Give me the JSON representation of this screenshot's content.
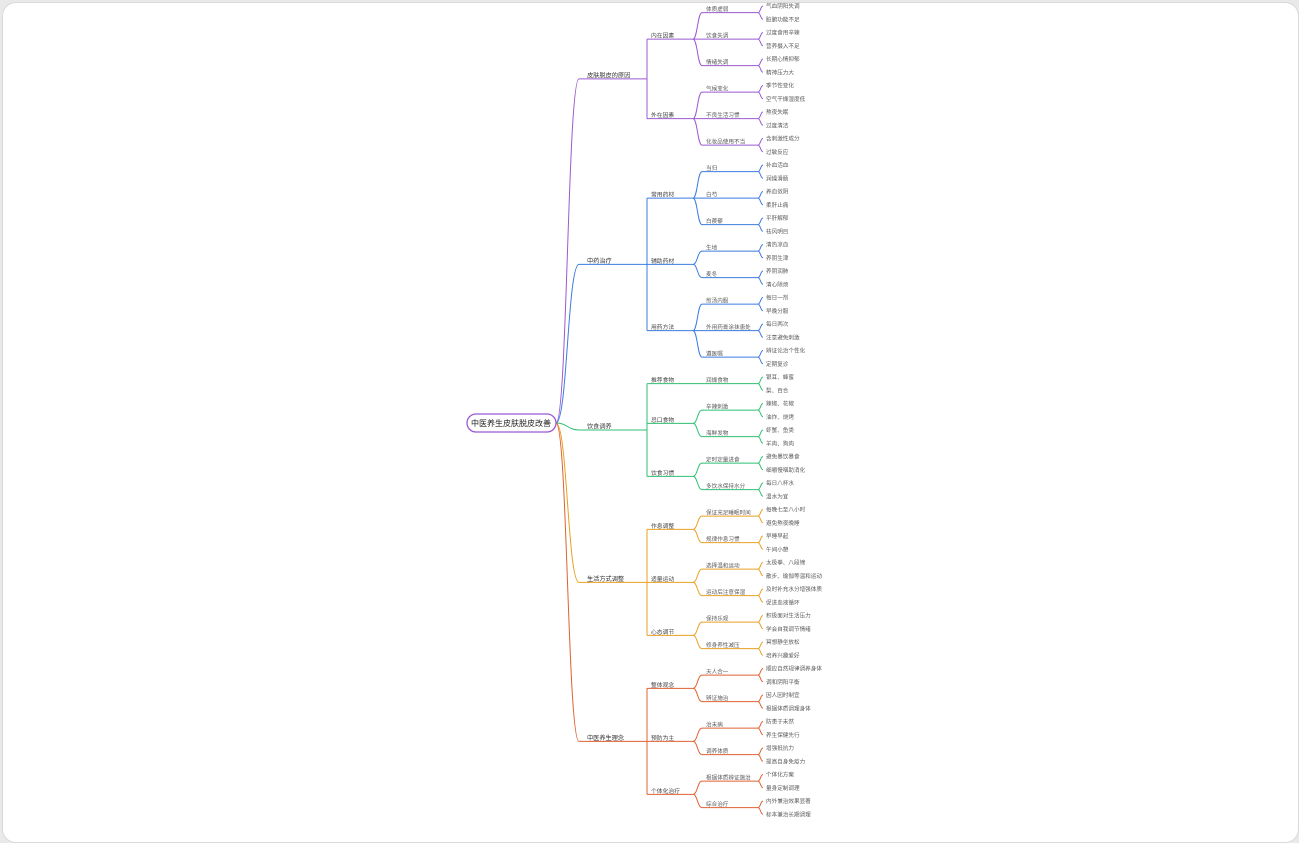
{
  "root": {
    "label": "中医养生皮肤脱皮改善"
  },
  "colors": {
    "root_border": "#9b59d0",
    "branches": [
      "#9b59d0",
      "#3b7be0",
      "#2fbf71",
      "#e8a020",
      "#e06030"
    ]
  },
  "branches": [
    {
      "label": "皮肤脱皮的原因",
      "children": [
        {
          "label": "内在因素",
          "children": [
            {
              "label": "体质虚弱",
              "children": [
                "气血阴阳失调",
                "脏腑功能不足"
              ]
            },
            {
              "label": "饮食失调",
              "children": [
                "过度食用辛辣",
                "营养摄入不足"
              ]
            },
            {
              "label": "情绪失调",
              "children": [
                "长期心情抑郁",
                "精神压力大"
              ]
            }
          ]
        },
        {
          "label": "外在因素",
          "children": [
            {
              "label": "气候变化",
              "children": [
                "季节性变化",
                "空气干燥湿度低"
              ]
            },
            {
              "label": "不良生活习惯",
              "children": [
                "熬夜失眠",
                "过度清洁"
              ]
            },
            {
              "label": "化妆品使用不当",
              "children": [
                "含刺激性成分",
                "过敏反应"
              ]
            }
          ]
        }
      ]
    },
    {
      "label": "中药治疗",
      "children": [
        {
          "label": "常用药材",
          "children": [
            {
              "label": "当归",
              "children": [
                "补血活血",
                "润燥滑肠"
              ]
            },
            {
              "label": "白芍",
              "children": [
                "养血敛阴",
                "柔肝止痛"
              ]
            },
            {
              "label": "白蒺藜",
              "children": [
                "平肝解郁",
                "祛风明目"
              ]
            }
          ]
        },
        {
          "label": "辅助药材",
          "children": [
            {
              "label": "生地",
              "children": [
                "清热凉血",
                "养阴生津"
              ]
            },
            {
              "label": "麦冬",
              "children": [
                "养阴润肺",
                "清心除烦"
              ]
            }
          ]
        },
        {
          "label": "用药方法",
          "children": [
            {
              "label": "煎汤内服",
              "children": [
                "每日一剂",
                "早晚分服"
              ]
            },
            {
              "label": "外用药膏涂抹患处",
              "children": [
                "每日两次",
                "注意避免刺激"
              ]
            },
            {
              "label": "遵医嘱",
              "children": [
                "辨证论治个性化",
                "定期复诊"
              ]
            }
          ]
        }
      ]
    },
    {
      "label": "饮食调养",
      "children": [
        {
          "label": "推荐食物",
          "children": [
            {
              "label": "润燥食物",
              "children": [
                "银耳、蜂蜜",
                "梨、百合"
              ]
            }
          ]
        },
        {
          "label": "忌口食物",
          "children": [
            {
              "label": "辛辣刺激",
              "children": [
                "辣椒、花椒",
                "油炸、烧烤"
              ]
            },
            {
              "label": "海鲜发物",
              "children": [
                "虾蟹、鱼类",
                "羊肉、狗肉"
              ]
            }
          ]
        },
        {
          "label": "饮食习惯",
          "children": [
            {
              "label": "定时定量进食",
              "children": [
                "避免暴饮暴食",
                "细嚼慢咽助消化"
              ]
            },
            {
              "label": "多饮水保持水分",
              "children": [
                "每日八杯水",
                "温水为宜"
              ]
            }
          ]
        }
      ]
    },
    {
      "label": "生活方式调整",
      "children": [
        {
          "label": "作息调整",
          "children": [
            {
              "label": "保证充足睡眠时间",
              "children": [
                "每晚七至八小时",
                "避免熬夜晚睡"
              ]
            },
            {
              "label": "规律作息习惯",
              "children": [
                "早睡早起",
                "午间小憩"
              ]
            }
          ]
        },
        {
          "label": "适量运动",
          "children": [
            {
              "label": "选择温和运动",
              "children": [
                "太极拳、八段锦",
                "散步、瑜伽等温和运动"
              ]
            },
            {
              "label": "运动后注意保湿",
              "children": [
                "及时补充水分增强体质",
                "促进血液循环"
              ]
            }
          ]
        },
        {
          "label": "心态调节",
          "children": [
            {
              "label": "保持乐观",
              "children": [
                "积极面对生活压力",
                "学会自我调节情绪"
              ]
            },
            {
              "label": "修身养性减压",
              "children": [
                "冥想静坐放松",
                "培养兴趣爱好"
              ]
            }
          ]
        }
      ]
    },
    {
      "label": "中医养生理念",
      "children": [
        {
          "label": "整体观念",
          "children": [
            {
              "label": "天人合一",
              "children": [
                "顺应自然规律调养身体",
                "调和阴阳平衡"
              ]
            },
            {
              "label": "辨证施治",
              "children": [
                "因人因时制宜",
                "根据体质调理身体"
              ]
            }
          ]
        },
        {
          "label": "预防为主",
          "children": [
            {
              "label": "治未病",
              "children": [
                "防患于未然",
                "养生保健先行"
              ]
            },
            {
              "label": "调养体质",
              "children": [
                "增强抵抗力",
                "提高自身免疫力"
              ]
            }
          ]
        },
        {
          "label": "个体化治疗",
          "children": [
            {
              "label": "根据体质辨证施治",
              "children": [
                "个体化方案",
                "量身定制调理"
              ]
            },
            {
              "label": "综合治疗",
              "children": [
                "内外兼治效果显著",
                "标本兼治长期调理"
              ]
            }
          ]
        }
      ]
    }
  ]
}
